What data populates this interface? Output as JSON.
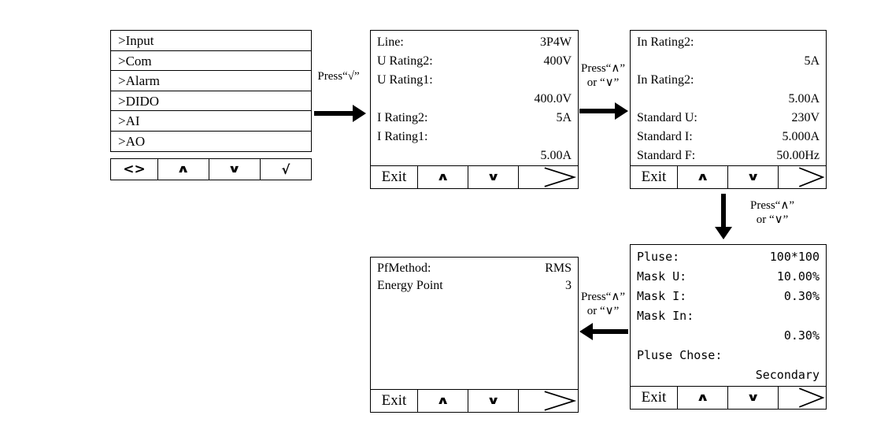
{
  "menu_screen": {
    "items": [
      ">Input",
      ">Com",
      ">Alarm",
      ">DIDO",
      ">AI",
      ">AO"
    ],
    "buttons": {
      "nav": "<>",
      "up": "∧",
      "down": "∨",
      "confirm": "√"
    }
  },
  "rating_screen": {
    "rows": [
      {
        "label": "Line:",
        "value": "3P4W"
      },
      {
        "label": "U Rating2:",
        "value": "400V"
      },
      {
        "label": "U Rating1:",
        "value": ""
      },
      {
        "label": "",
        "value": "400.0V"
      },
      {
        "label": "I Rating2:",
        "value": "5A"
      },
      {
        "label": "I Rating1:",
        "value": ""
      },
      {
        "label": "",
        "value": "5.00A"
      }
    ],
    "buttons": {
      "exit": "Exit",
      "up": "∧",
      "down": "∨"
    }
  },
  "in_rating_screen": {
    "rows": [
      {
        "label": "In Rating2:",
        "value": ""
      },
      {
        "label": "",
        "value": "5A"
      },
      {
        "label": "In Rating2:",
        "value": ""
      },
      {
        "label": "",
        "value": "5.00A"
      },
      {
        "label": "Standard U:",
        "value": "230V"
      },
      {
        "label": "Standard I:",
        "value": "5.000A"
      },
      {
        "label": "Standard F:",
        "value": "50.00Hz"
      }
    ],
    "buttons": {
      "exit": "Exit",
      "up": "∧",
      "down": "∨"
    }
  },
  "pulse_screen": {
    "rows": [
      {
        "label": "Pluse:",
        "value": "100*100"
      },
      {
        "label": "Mask U:",
        "value": "10.00%"
      },
      {
        "label": "Mask I:",
        "value": "0.30%"
      },
      {
        "label": "Mask In:",
        "value": ""
      },
      {
        "label": "",
        "value": "0.30%"
      },
      {
        "label": "Pluse Chose:",
        "value": ""
      },
      {
        "label": "",
        "value": "Secondary"
      }
    ],
    "buttons": {
      "exit": "Exit",
      "up": "∧",
      "down": "∨"
    }
  },
  "pf_screen": {
    "rows": [
      {
        "label": "PfMethod:",
        "value": "RMS"
      },
      {
        "label": "Energy Point",
        "value": "3"
      }
    ],
    "buttons": {
      "exit": "Exit",
      "up": "∧",
      "down": "∨"
    }
  },
  "hints": {
    "confirm": "Press“√”",
    "updown_line1": "Press“∧”",
    "updown_line2": "or “∨”"
  },
  "icons": {
    "next": "〉",
    "arrow_right": "→",
    "arrow_down": "↓",
    "arrow_left": "←"
  },
  "colors": {
    "ink": "#000000",
    "background": "#ffffff"
  }
}
